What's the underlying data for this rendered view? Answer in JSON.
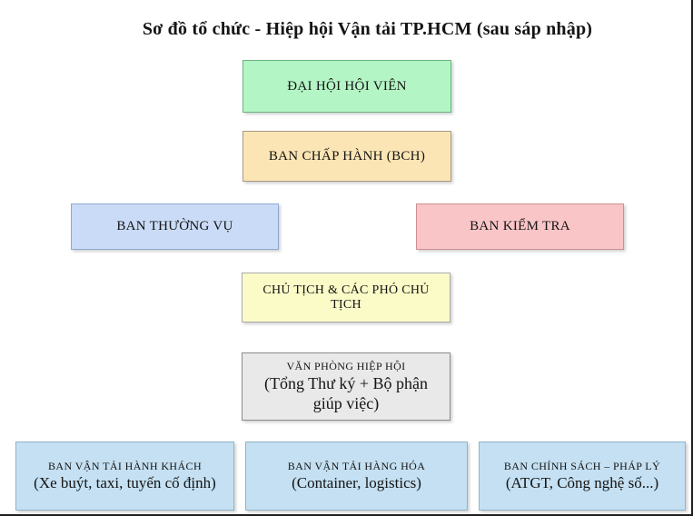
{
  "page": {
    "title": "Sơ đồ tổ chức - Hiệp hội Vận tải TP.HCM (sau sáp nhập)"
  },
  "colors": {
    "green_fill": "#b4f5c5",
    "green_border": "#6cb380",
    "orange_fill": "#fce5b4",
    "orange_border": "#a89a85",
    "blue_fill": "#c9dbf6",
    "blue_border": "#8fa8d0",
    "pink_fill": "#f9c5c7",
    "pink_border": "#cc8f91",
    "yellow_fill": "#fbfbc8",
    "yellow_border": "#ababab",
    "gray_fill": "#e9e9e9",
    "gray_border": "#8c8c8c",
    "lightblue_fill": "#c4e0f2",
    "lightblue_border": "#91b4cc"
  },
  "org_chart": {
    "nodes": [
      {
        "name": "dai-hoi-hoi-vien",
        "line1": "ĐẠI HỘI HỘI VIÊN",
        "line2": "",
        "bg": "#b4f5c5",
        "border": "#6cb380"
      },
      {
        "name": "ban-chap-hanh",
        "line1": "BAN CHẤP HÀNH (BCH)",
        "line2": "",
        "bg": "#fce5b4",
        "border": "#a89a85"
      },
      {
        "name": "ban-thuong-vu",
        "line1": "BAN THƯỜNG VỤ",
        "line2": "",
        "bg": "#c9dbf6",
        "border": "#8fa8d0"
      },
      {
        "name": "ban-kiem-tra",
        "line1": "BAN KIỂM TRA",
        "line2": "",
        "bg": "#f9c5c7",
        "border": "#cc8f91"
      },
      {
        "name": "chu-tich-pho-chu-tich",
        "line1": "CHỦ TỊCH & CÁC PHÓ CHỦ TỊCH",
        "line2": "",
        "bg": "#fbfbc8",
        "border": "#ababab"
      },
      {
        "name": "van-phong-hiep-hoi",
        "line1": "VĂN PHÒNG HIỆP HỘI",
        "line2": "(Tổng Thư ký + Bộ phận giúp việc)",
        "bg": "#e9e9e9",
        "border": "#8c8c8c"
      },
      {
        "name": "ban-van-tai-hanh-khach",
        "line1": "BAN VẬN TẢI HÀNH KHÁCH",
        "line2": "(Xe buýt, taxi, tuyến cố định)",
        "bg": "#c4e0f2",
        "border": "#91b4cc"
      },
      {
        "name": "ban-van-tai-hang-hoa",
        "line1": "BAN VẬN TẢI HÀNG HÓA",
        "line2": "(Container, logistics)",
        "bg": "#c4e0f2",
        "border": "#91b4cc"
      },
      {
        "name": "ban-chinh-sach-phap-ly",
        "line1": "BAN CHÍNH SÁCH – PHÁP LÝ",
        "line2": "(ATGT, Công nghệ số...)",
        "bg": "#c4e0f2",
        "border": "#91b4cc"
      }
    ]
  }
}
